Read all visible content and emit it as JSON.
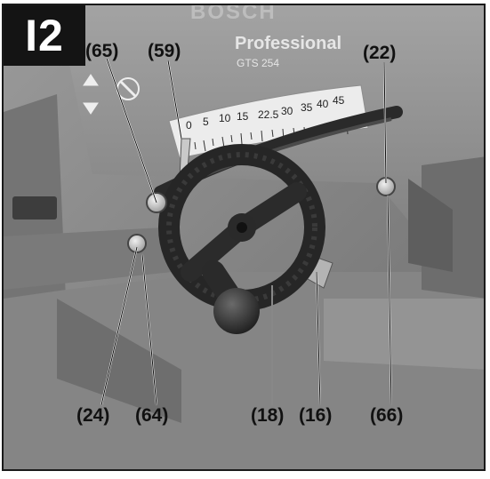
{
  "figure": {
    "label": "I2",
    "brand_series": "Professional",
    "model": "GTS 254",
    "logo_text": "BOSCH"
  },
  "scale_labels": [
    "0",
    "5",
    "10",
    "15",
    "22.5",
    "30",
    "35",
    "40",
    "45"
  ],
  "callouts": {
    "c65": "(65)",
    "c59": "(59)",
    "c22": "(22)",
    "c24": "(24)",
    "c64": "(64)",
    "c18": "(18)",
    "c16": "(16)",
    "c66": "(66)"
  },
  "colors": {
    "machine_body": "#8c8c8c",
    "handwheel": "#2b2b2b",
    "scale_plate": "#e9e9e9",
    "label_box": "#141414"
  }
}
